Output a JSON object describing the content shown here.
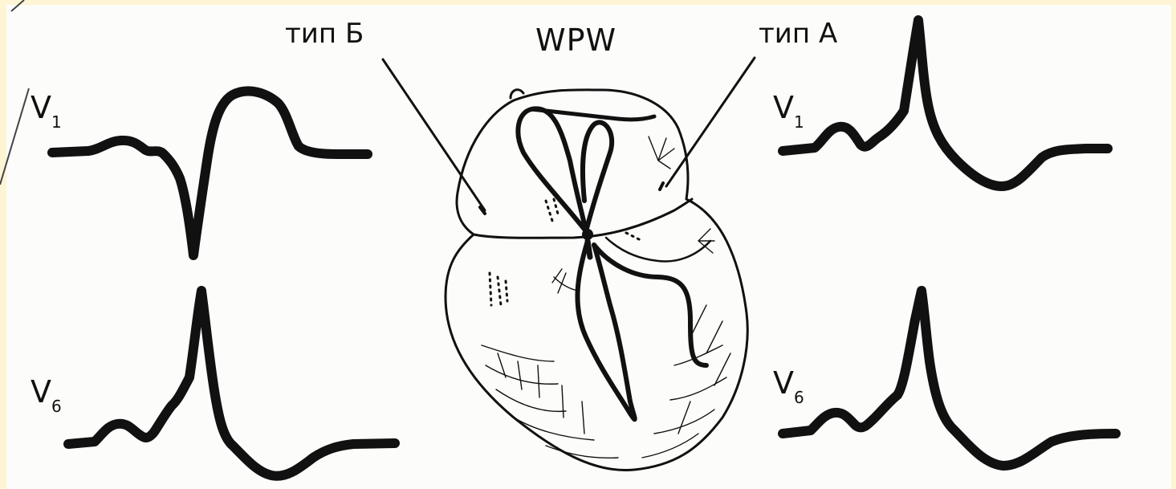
{
  "diagram": {
    "title": "WPW",
    "pointer_left": "тип Б",
    "pointer_right": "тип А"
  },
  "leads": {
    "left_top": {
      "name": "V",
      "index": "1"
    },
    "left_bottom": {
      "name": "V",
      "index": "6"
    },
    "right_top": {
      "name": "V",
      "index": "1"
    },
    "right_bottom": {
      "name": "V",
      "index": "6"
    }
  },
  "colors": {
    "background": "#fdf5d4",
    "panel": "#fcfcfa",
    "ink": "#111111"
  }
}
